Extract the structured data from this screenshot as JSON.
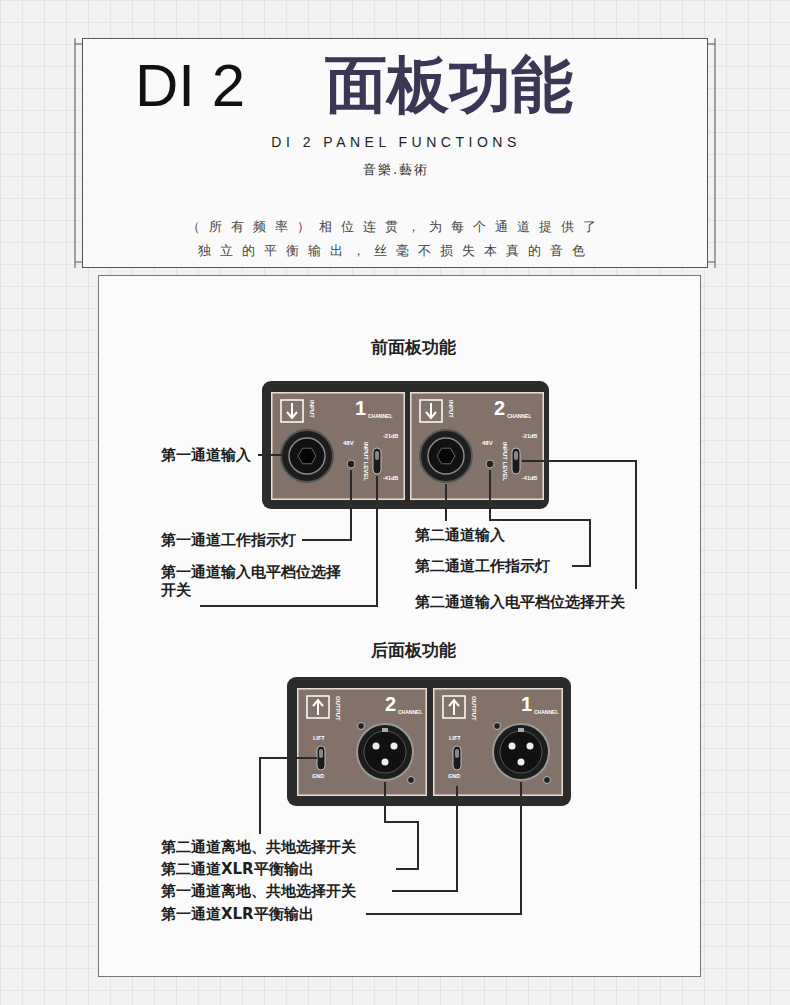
{
  "diagram": {
    "nodes": [
      {
        "text": [
          "DI 2",
          "面板功能",
          "DI 2 PANEL FUNCTIONS",
          "音樂.藝術",
          "（所有频率）相位连贯，为每个通道提供了 独立的平衡输出，丝毫不损失本真的音色"
        ]
      },
      {
        "text": [
          "前面板功能",
          "后面板功能"
        ]
      },
      {
        "text": [
          "INPUT",
          "1",
          "CHANNEL",
          "48V",
          "INPUT LEVEL",
          "-21dB",
          "-41dB"
        ],
        "in": 1
      },
      {
        "text": [
          "INPUT",
          "2",
          "CHANNEL",
          "48V",
          "INPUT LEVEL",
          "-21dB",
          "-41dB"
        ],
        "in": 1
      },
      {
        "text": [
          "OUTPUT",
          "2",
          "CHANNEL",
          "LIFT",
          "GND"
        ],
        "in": 1
      },
      {
        "text": [
          "OUTPUT",
          "1",
          "CHANNEL",
          "LIFT",
          "GND"
        ],
        "in": 1
      }
    ],
    "labels": [
      "第一通道输入",
      "第一通道工作指示灯",
      "第一通道输入电平档位选择开关",
      "第二通道输入",
      "第二通道工作指示灯",
      "第二通道输入电平档位选择开关",
      "第二通道离地、共地选择开关",
      "第二通道XLR平衡输出",
      "第一通道离地、共地选择开关",
      "第一通道XLR平衡输出"
    ]
  }
}
